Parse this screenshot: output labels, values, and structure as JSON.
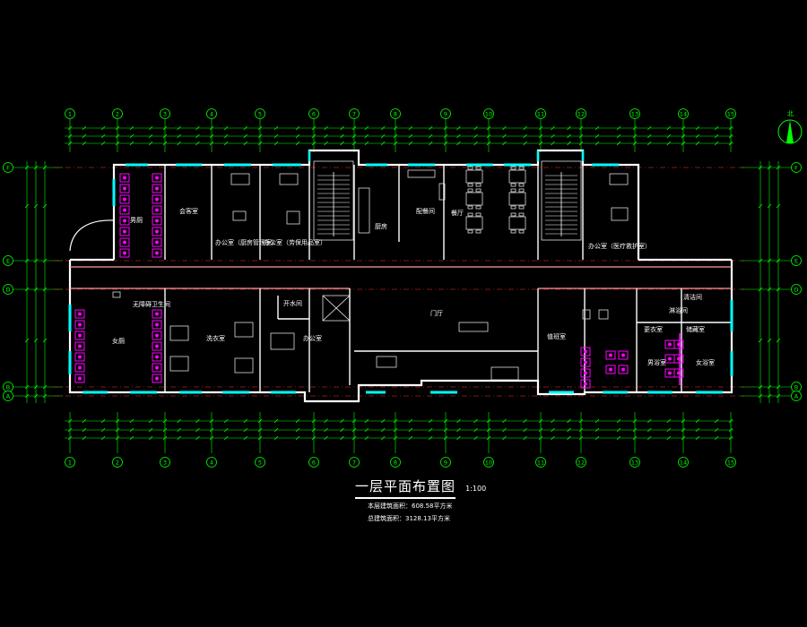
{
  "drawing": {
    "title": "一层平面布置图",
    "scale": "1:100",
    "area_line_1": "本层建筑面积：608.58平方米",
    "area_line_2": "总建筑面积：3128.13平方米"
  },
  "axes": {
    "columns": [
      "1",
      "2",
      "3",
      "4",
      "5",
      "6",
      "7",
      "8",
      "9",
      "10",
      "11",
      "12",
      "13",
      "14",
      "15"
    ],
    "rows_right": [
      "F",
      "E",
      "D",
      "B",
      "A"
    ],
    "rows_left": [
      "F",
      "E",
      "D",
      "B",
      "A"
    ]
  },
  "rooms": {
    "r_toilet_w": "男厕",
    "r_meeting": "会客室",
    "r_office_1": "办公室（厨房管理室）",
    "r_office_2": "办公室（劳保用品室）",
    "r_kitchen": "厨房",
    "r_dining_prep": "配餐间",
    "r_dining": "餐厅",
    "r_office_3": "办公室（医疗救护室）",
    "r_toilet_f": "女厕",
    "r_mop": "无障碍卫生间",
    "r_laundry": "洗衣室",
    "r_office_4": "办公室",
    "r_switch": "开水间",
    "r_hall": "门厅",
    "r_duty": "值班室",
    "r_cleaner": "清洁间",
    "r_shower": "淋浴间",
    "r_change": "更衣室",
    "r_bath_m": "男浴室",
    "r_bath_f": "女浴室",
    "r_store": "储藏室"
  },
  "colors": {
    "grid": "#00ff00",
    "wall": "#ffffff",
    "window": "#00ffff",
    "axis_dash": "#ff3333",
    "fixture": "#ff00ff",
    "furniture": "#dddddd"
  }
}
